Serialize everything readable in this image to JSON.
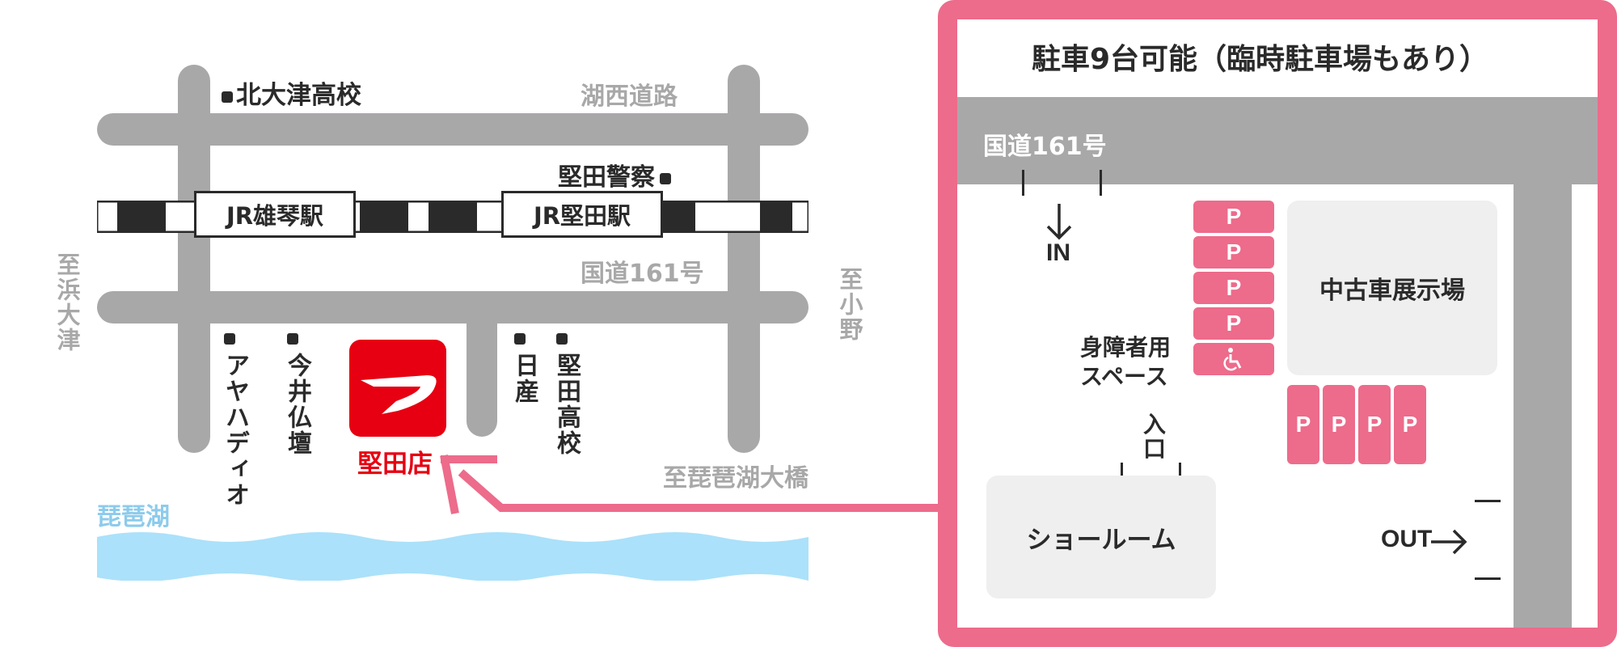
{
  "map": {
    "colors": {
      "road": "#a9a8a9",
      "rail": "#2a2a2a",
      "brand_red": "#e60012",
      "water": "#abe1fa",
      "water_label": "#8ccbec",
      "accent_pink": "#ed6b8b",
      "area_fill": "#efefef"
    },
    "labels": {
      "kita_otsu_hs": "北大津高校",
      "kosei_road": "湖西道路",
      "katata_police": "堅田警察",
      "jr_ogoto": "JR雄琴駅",
      "jr_katata": "JR堅田駅",
      "route161": "国道161号",
      "to_hamaotsu": "至浜大津",
      "to_ono": "至小野",
      "ayahadio": "アヤハディオ",
      "imai_butsudan": "今井仏壇",
      "nissan": "日産",
      "katata_hs": "堅田高校",
      "store": "堅田店",
      "to_biwako_bridge": "至琵琶湖大橋",
      "biwako": "琵琶湖"
    }
  },
  "parking": {
    "title": "駐車9台可能（臨時駐車場もあり）",
    "road_label": "国道161号",
    "in_label": "IN",
    "out_label": "OUT",
    "p_label": "P",
    "accessible_label": "身障者用スペース",
    "used_car": "中古車展示場",
    "entrance": "入口",
    "showroom": "ショールーム",
    "in_arrow_icon": "arrow-down-icon",
    "out_arrow_icon": "arrow-right-icon",
    "wheelchair_icon": "wheelchair-icon",
    "car_logo_icon": "daihatsu-logo-icon"
  }
}
